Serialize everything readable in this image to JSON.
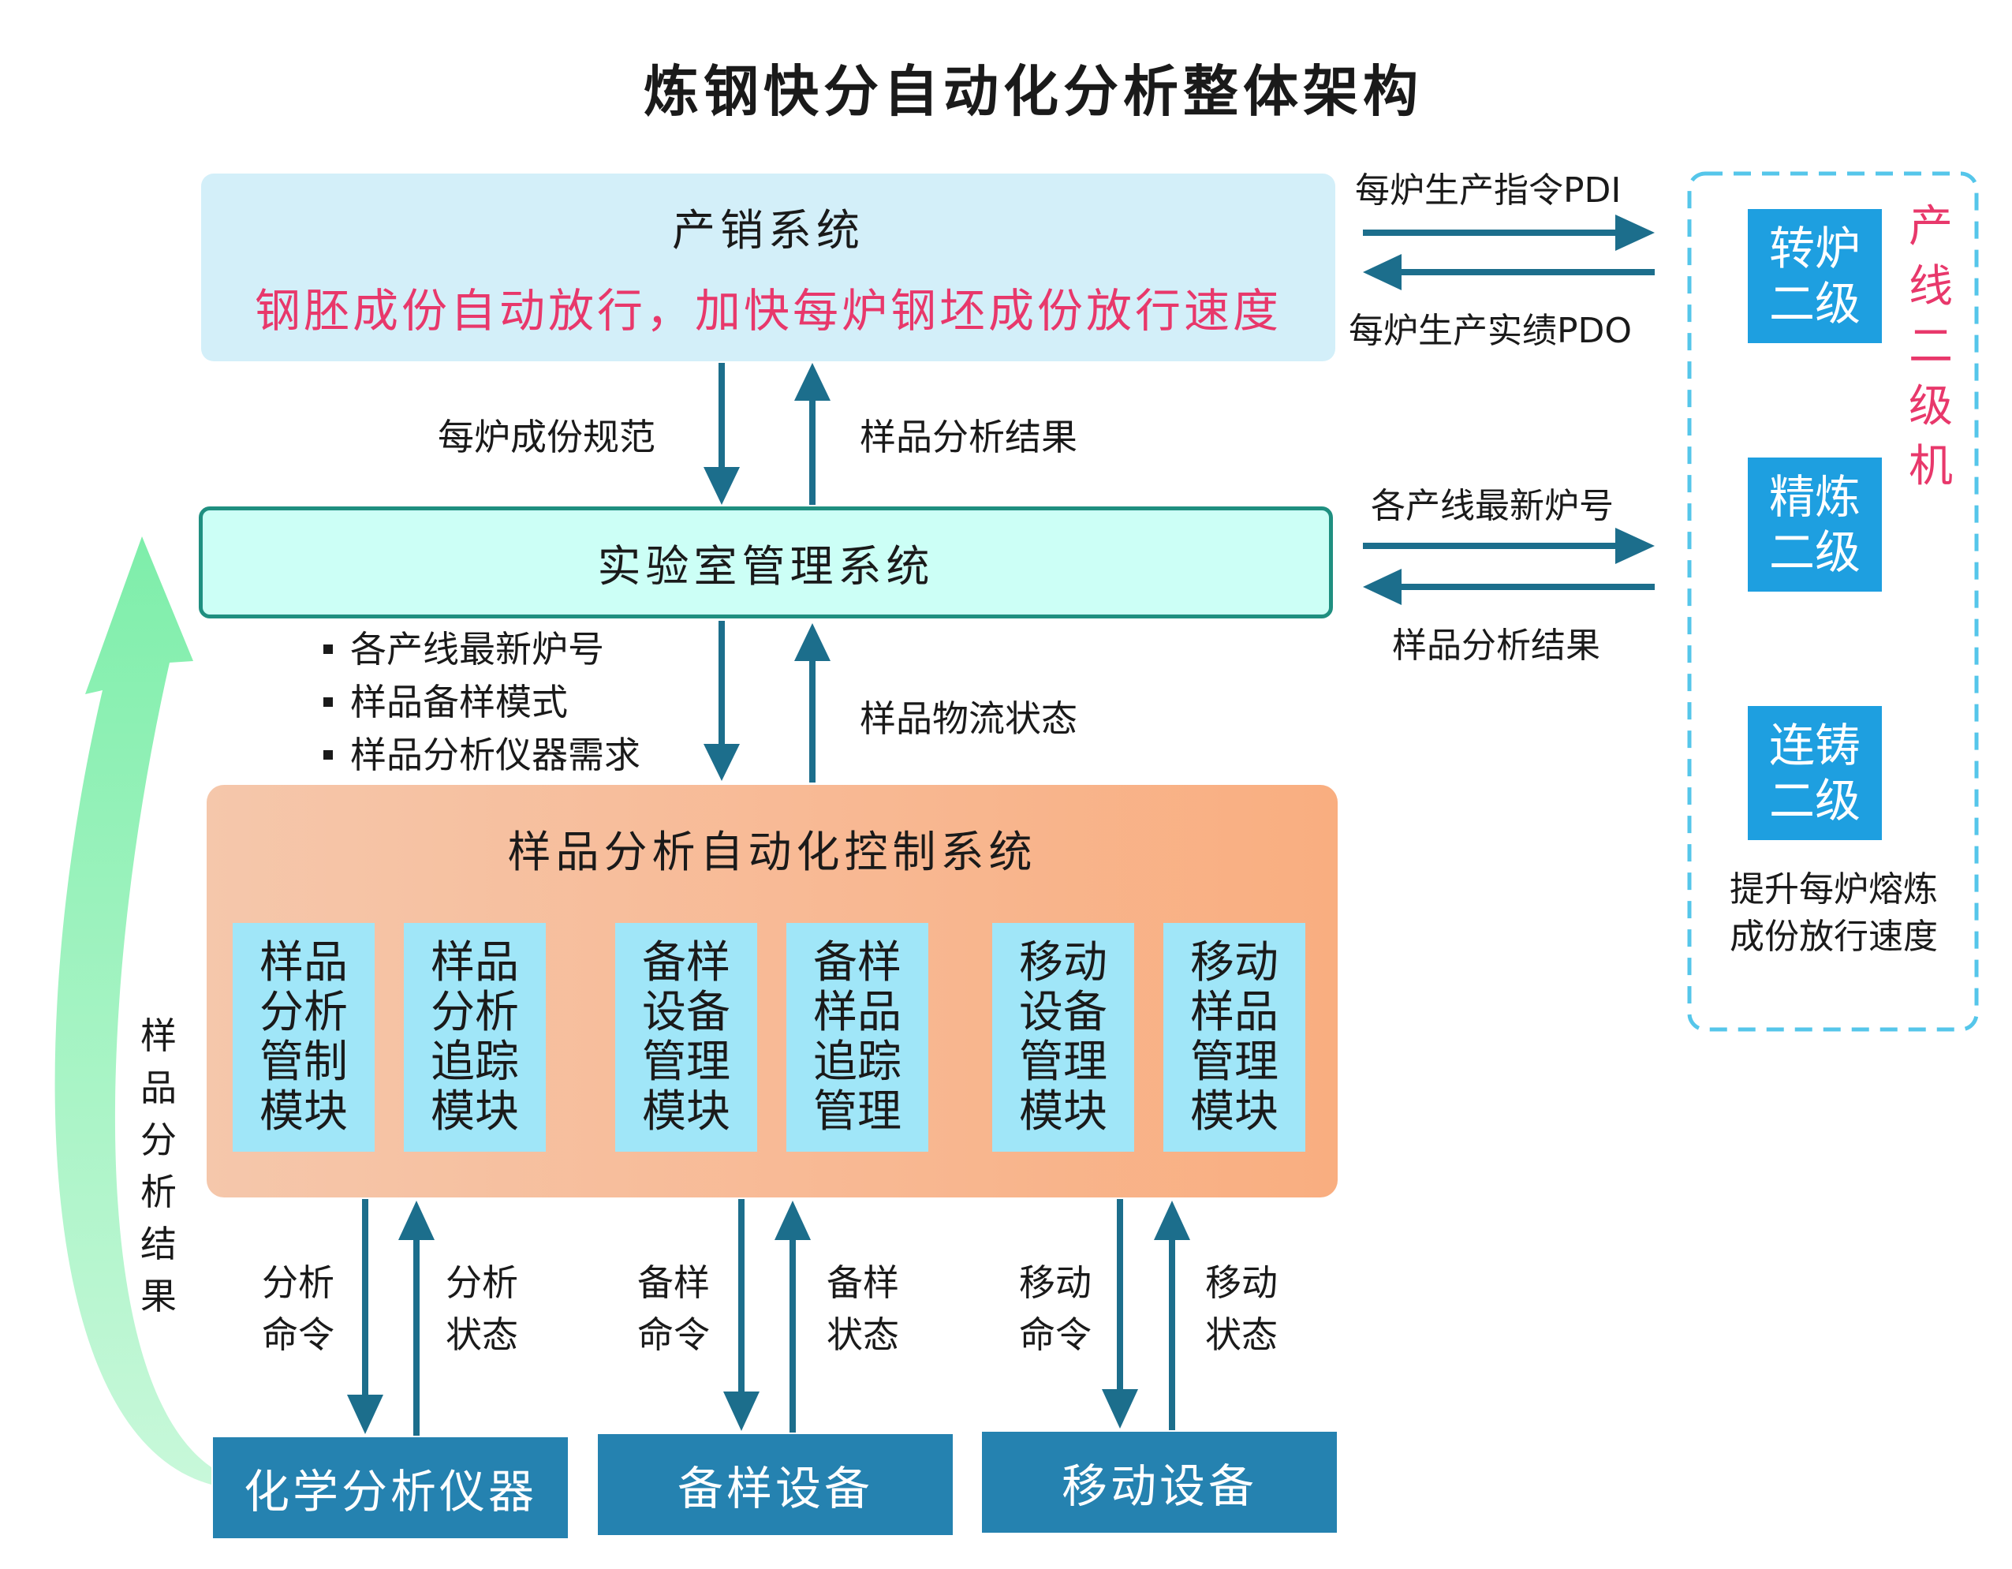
{
  "title": "炼钢快分自动化分析整体架构",
  "sales_system": {
    "name": "产销系统",
    "subtitle": "钢胚成份自动放行，加快每炉钢坯成份放行速度"
  },
  "lims": {
    "name": "实验室管理系统"
  },
  "automation": {
    "name": "样品分析自动化控制系统",
    "modules": [
      {
        "lines": [
          "样品",
          "分析",
          "管制",
          "模块"
        ]
      },
      {
        "lines": [
          "样品",
          "分析",
          "追踪",
          "模块"
        ]
      },
      {
        "lines": [
          "备样",
          "设备",
          "管理",
          "模块"
        ]
      },
      {
        "lines": [
          "备样",
          "样品",
          "追踪",
          "管理"
        ]
      },
      {
        "lines": [
          "移动",
          "设备",
          "管理",
          "模块"
        ]
      },
      {
        "lines": [
          "移动",
          "样品",
          "管理",
          "模块"
        ]
      }
    ]
  },
  "equipment": [
    {
      "name": "化学分析仪器"
    },
    {
      "name": "备样设备"
    },
    {
      "name": "移动设备"
    }
  ],
  "flows": {
    "sales_to_lims": "每炉成份规范",
    "lims_to_sales": "样品分析结果",
    "lims_to_auto_items": [
      "各产线最新炉号",
      "样品备样模式",
      "样品分析仪器需求"
    ],
    "auto_to_lims": "样品物流状态",
    "pdi": "每炉生产指令PDI",
    "pdo": "每炉生产实绩PDO",
    "latest_heat": "各产线最新炉号",
    "analysis_result_l2": "样品分析结果",
    "left_feedback": [
      "样",
      "品",
      "分",
      "析",
      "结",
      "果"
    ],
    "analysis_cmd": [
      "分析",
      "命令"
    ],
    "analysis_status": [
      "分析",
      "状态"
    ],
    "prep_cmd": [
      "备样",
      "命令"
    ],
    "prep_status": [
      "备样",
      "状态"
    ],
    "move_cmd": [
      "移动",
      "命令"
    ],
    "move_status": [
      "移动",
      "状态"
    ]
  },
  "production_line": {
    "label_chars": [
      "产",
      "线",
      "二",
      "级",
      "机"
    ],
    "level2": [
      {
        "lines": [
          "转炉",
          "二级"
        ]
      },
      {
        "lines": [
          "精炼",
          "二级"
        ]
      },
      {
        "lines": [
          "连铸",
          "二级"
        ]
      }
    ],
    "improve": [
      "提升每炉熔炼",
      "成份放行速度"
    ]
  },
  "colors": {
    "arrow": "#1c6e8c",
    "accent_pink": "#e8386b",
    "level2_box": "#1e9fe0",
    "equipment_box": "#2582b0",
    "module_box": "#a0e6f8",
    "feedback_arrow": "#8fefb4"
  }
}
